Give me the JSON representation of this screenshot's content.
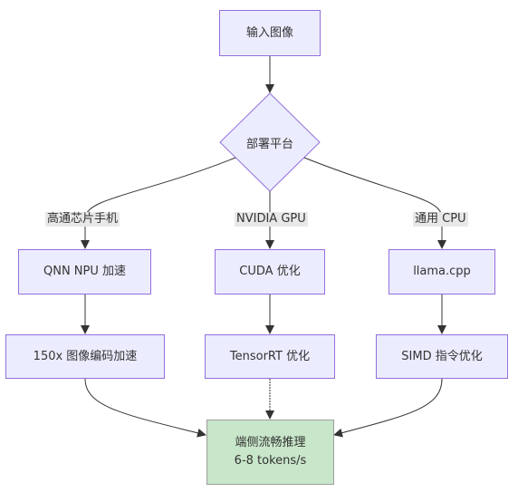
{
  "nodes": {
    "input": "输入图像",
    "platform": "部署平台",
    "qnn": "QNN NPU 加速",
    "encode": "150x 图像编码加速",
    "cuda": "CUDA 优化",
    "tensorrt": "TensorRT 优化",
    "llama": "llama.cpp",
    "simd": "SIMD 指令优化",
    "final_line1": "端侧流畅推理",
    "final_line2": "6-8 tokens/s"
  },
  "edge_labels": {
    "left": "高通芯片手机",
    "mid": "NVIDIA GPU",
    "right": "通用 CPU"
  },
  "colors": {
    "node_fill": "#ececff",
    "node_stroke": "#9370db",
    "final_fill": "#c8e6c9",
    "edge": "#333333",
    "label_bg": "#e8e8e8"
  }
}
